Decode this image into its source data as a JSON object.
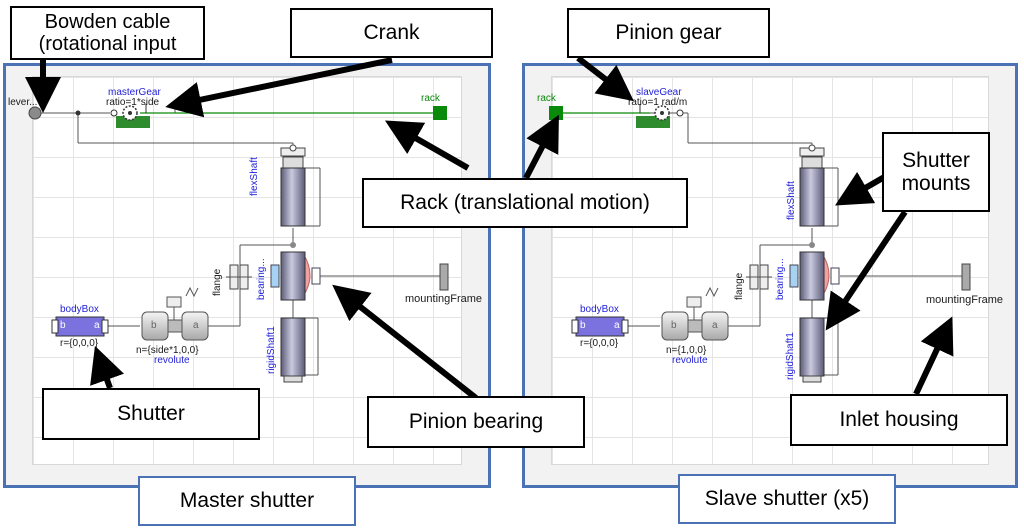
{
  "callouts": {
    "bowden": "Bowden cable\n(rotational input",
    "crank": "Crank",
    "pinion_gear": "Pinion gear",
    "rack": "Rack (translational motion)",
    "shutter_mounts": "Shutter\nmounts",
    "shutter": "Shutter",
    "pinion_bearing": "Pinion bearing",
    "inlet_housing": "Inlet housing"
  },
  "captions": {
    "master": "Master shutter",
    "slave": "Slave shutter (x5)"
  },
  "master": {
    "lever": "lever...",
    "gear_name": "masterGear",
    "gear_ratio": "ratio=1*side",
    "rack": "rack",
    "flex_shaft": "flexShaft",
    "flange": "flange",
    "bearing": "bearing...",
    "mounting_frame": "mountingFrame",
    "body_box": "bodyBox",
    "body_r": "r={0,0,0}",
    "revolute_n": "n={side*1,0,0}",
    "revolute": "revolute",
    "rigid_shaft": "rigidShaft1",
    "port_b": "b",
    "port_a": "a",
    "rev_b": "b",
    "rev_a": "a"
  },
  "slave": {
    "rack": "rack",
    "gear_name": "slaveGear",
    "gear_ratio": "ratio=1 rad/m",
    "flex_shaft": "flexShaft",
    "flange": "flange",
    "bearing": "bearing...",
    "mounting_frame": "mountingFrame",
    "body_box": "bodyBox",
    "body_r": "r={0,0,0}",
    "revolute_n": "n={1,0,0}",
    "revolute": "revolute",
    "rigid_shaft": "rigidShaft1",
    "port_b": "b",
    "port_a": "a",
    "rev_b": "b",
    "rev_a": "a"
  },
  "colors": {
    "panel_border": "#4a72b4",
    "rack_green": "#0a8a0a",
    "label_blue": "#1f1fd8",
    "body_purple": "#7b72e0",
    "bearing_pink": "#f2a0a0",
    "shaft_gray": "#8d8dab"
  }
}
